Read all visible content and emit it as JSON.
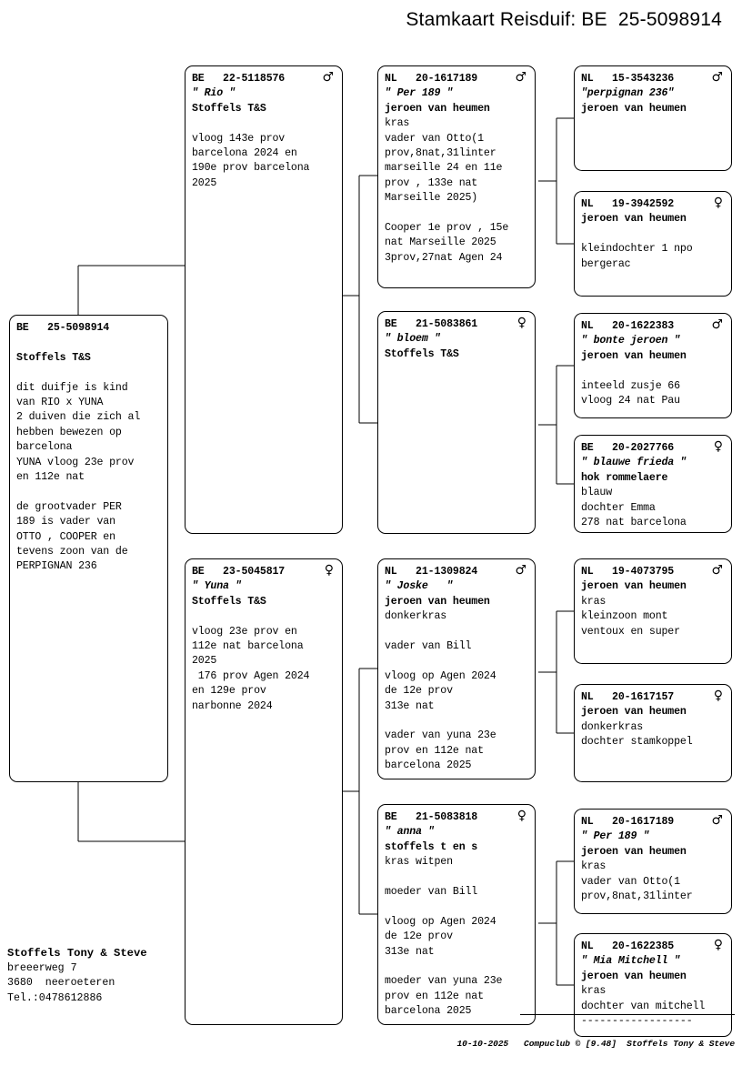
{
  "title": "Stamkaart Reisduif: BE  25-5098914",
  "symbols": {
    "male": "♂",
    "female": "♀"
  },
  "subject": {
    "ring": "BE   25-5098914",
    "sex": "",
    "lines": [
      "",
      "Stoffels T&S",
      "",
      "dit duifje is kind",
      "van RIO x YUNA",
      "2 duiven die zich al",
      "hebben bewezen op",
      "barcelona",
      "YUNA vloog 23e prov",
      "en 112e nat",
      "",
      "de grootvader PER",
      "189 is vader van",
      "OTTO , COOPER en",
      "tevens zoon van de",
      "PERPIGNAN 236"
    ]
  },
  "father": {
    "ring": "BE   22-5118576",
    "sex": "male",
    "name": "\" Rio \"",
    "owner": "Stoffels T&S",
    "lines": [
      "",
      "vloog 143e prov",
      "barcelona 2024 en",
      "190e prov barcelona",
      "2025"
    ]
  },
  "mother": {
    "ring": "BE   23-5045817",
    "sex": "female",
    "name": "\" Yuna \"",
    "owner": "Stoffels T&S",
    "lines": [
      "",
      "vloog 23e prov en",
      "112e nat barcelona",
      "2025",
      " 176 prov Agen 2024",
      "en 129e prov",
      "narbonne 2024"
    ]
  },
  "ff": {
    "ring": "NL   20-1617189",
    "sex": "male",
    "name": "\" Per 189 \"",
    "owner": "jeroen van heumen",
    "lines": [
      "kras",
      "vader van Otto(1",
      "prov,8nat,31linter",
      "marseille 24 en 11e",
      "prov , 133e nat",
      "Marseille 2025)",
      "",
      "Cooper 1e prov , 15e",
      "nat Marseille 2025",
      "3prov,27nat Agen 24"
    ]
  },
  "fm": {
    "ring": "BE   21-5083861",
    "sex": "female",
    "name": "\" bloem \"",
    "owner": "Stoffels T&S",
    "lines": []
  },
  "mf": {
    "ring": "NL   21-1309824",
    "sex": "male",
    "name": "\" Joske   \"",
    "owner": "jeroen van heumen",
    "lines": [
      "donkerkras",
      "",
      "vader van Bill",
      "",
      "vloog op Agen 2024",
      "de 12e prov",
      "313e nat",
      "",
      "vader van yuna 23e",
      "prov en 112e nat",
      "barcelona 2025"
    ]
  },
  "mm": {
    "ring": "BE   21-5083818",
    "sex": "female",
    "name": "\" anna \"",
    "owner": "stoffels t en s",
    "lines": [
      "kras witpen",
      "",
      "moeder van Bill",
      "",
      "vloog op Agen 2024",
      "de 12e prov",
      "313e nat",
      "",
      "moeder van yuna 23e",
      "prov en 112e nat",
      "barcelona 2025"
    ]
  },
  "fff": {
    "ring": "NL   15-3543236",
    "sex": "male",
    "name": "\"perpignan 236\"",
    "owner": "jeroen van heumen",
    "lines": []
  },
  "ffm": {
    "ring": "NL   19-3942592",
    "sex": "female",
    "name": "",
    "owner": "jeroen van heumen",
    "lines": [
      "",
      "kleindochter 1 npo",
      "bergerac"
    ]
  },
  "fmf": {
    "ring": "NL   20-1622383",
    "sex": "male",
    "name": "\" bonte jeroen \"",
    "owner": "jeroen van heumen",
    "lines": [
      "",
      "inteeld zusje 66",
      "vloog 24 nat Pau"
    ]
  },
  "fmm": {
    "ring": "BE   20-2027766",
    "sex": "female",
    "name": "\" blauwe frieda \"",
    "owner": "hok rommelaere",
    "lines": [
      "blauw",
      "dochter Emma",
      "278 nat barcelona"
    ]
  },
  "mff": {
    "ring": "NL   19-4073795",
    "sex": "male",
    "name": "",
    "owner": "jeroen van heumen",
    "lines": [
      "kras",
      "kleinzoon mont",
      "ventoux en super"
    ]
  },
  "mfm": {
    "ring": "NL   20-1617157",
    "sex": "female",
    "name": "",
    "owner": "jeroen van heumen",
    "lines": [
      "donkerkras",
      "dochter stamkoppel"
    ]
  },
  "mmf": {
    "ring": "NL   20-1617189",
    "sex": "male",
    "name": "\" Per 189 \"",
    "owner": "jeroen van heumen",
    "lines": [
      "kras",
      "vader van Otto(1",
      "prov,8nat,31linter"
    ]
  },
  "mmm": {
    "ring": "NL   20-1622385",
    "sex": "female",
    "name": "\" Mia Mitchell \"",
    "owner": "jeroen van heumen",
    "lines": [
      "kras",
      "dochter van mitchell",
      "------------------"
    ]
  },
  "breeder": {
    "name": "Stoffels Tony & Steve",
    "street": "breeerweg 7",
    "city": "3680  neeroeteren",
    "phone": "Tel.:0478612886"
  },
  "credit": "10-10-2025   Compuclub © [9.48]  Stoffels Tony & Steve"
}
